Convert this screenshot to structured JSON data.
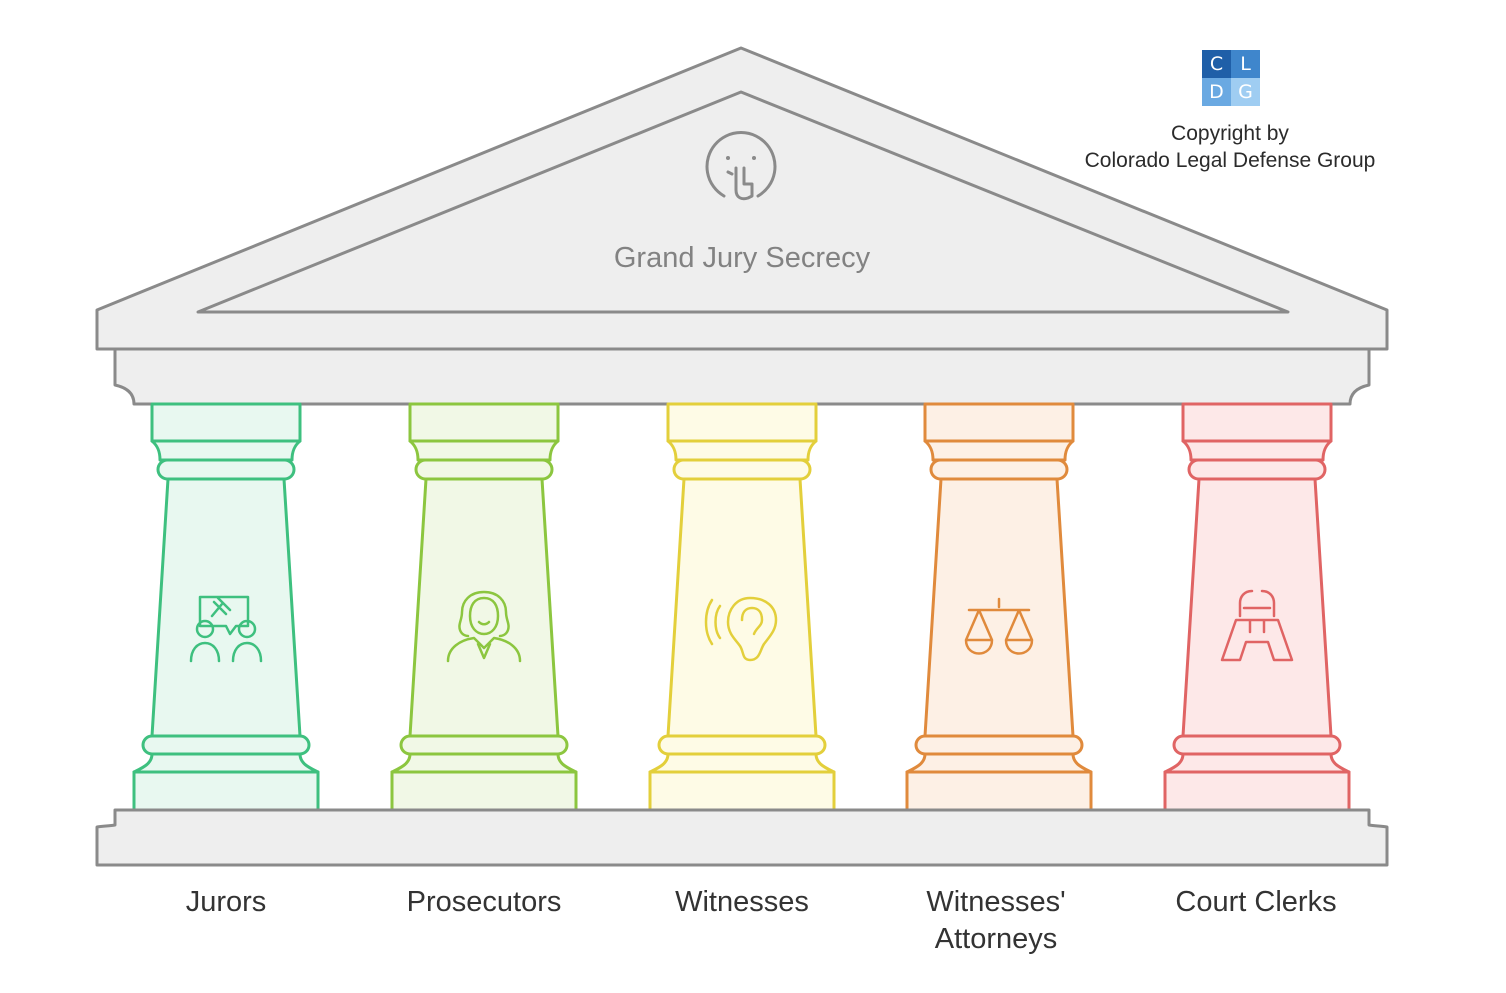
{
  "logo": {
    "letters": [
      "C",
      "L",
      "D",
      "G"
    ],
    "colors": [
      "#1f5fa8",
      "#3f86cc",
      "#6aa9e2",
      "#9fcdf2"
    ]
  },
  "copyright": {
    "line1": "Copyright by",
    "line2": "Colorado Legal Defense Group"
  },
  "roof": {
    "title": "Grand Jury Secrecy",
    "icon": "shush-face-icon"
  },
  "pillars": [
    {
      "label": "Jurors",
      "icon": "jury-deliberation-icon",
      "stroke": "#3ec07f",
      "fill": "#e8f8f0"
    },
    {
      "label": "Prosecutors",
      "icon": "judge-wig-icon",
      "stroke": "#8cc63f",
      "fill": "#f1f8e6"
    },
    {
      "label": "Witnesses",
      "icon": "listening-ear-icon",
      "stroke": "#e3cf3b",
      "fill": "#fefbe6"
    },
    {
      "label": "Witnesses' Attorneys",
      "label_line1": "Witnesses'",
      "label_line2": "Attorneys",
      "icon": "scales-of-justice-icon",
      "stroke": "#e08a3c",
      "fill": "#fdf0e5"
    },
    {
      "label": "Court Clerks",
      "icon": "binder-clip-icon",
      "stroke": "#e06464",
      "fill": "#fde8e8"
    }
  ],
  "colors": {
    "structure_stroke": "#8a8a8a",
    "structure_fill": "#eeeeee",
    "text": "#333333",
    "title_text": "#828282"
  }
}
